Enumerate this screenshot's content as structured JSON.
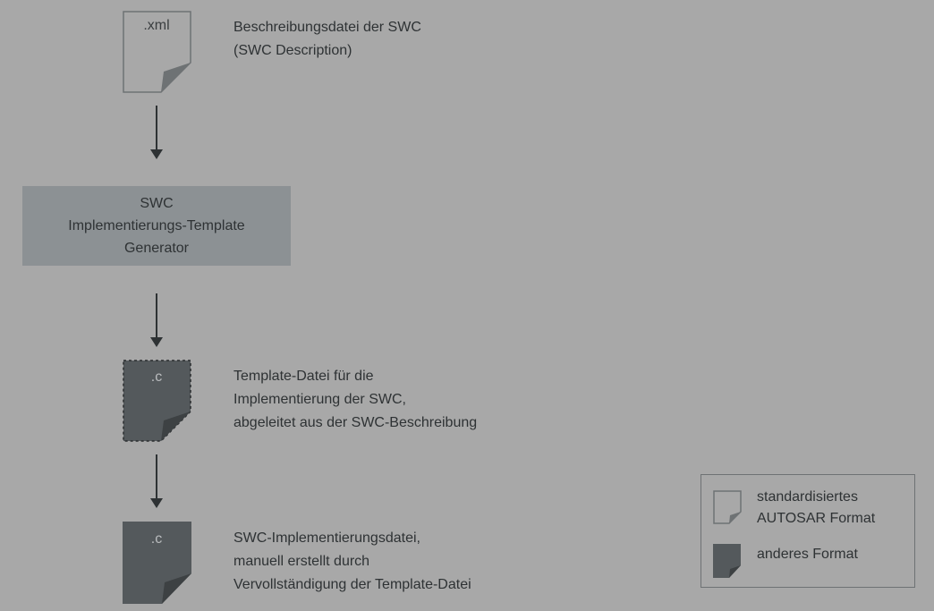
{
  "files": {
    "xml": {
      "ext": ".xml",
      "desc_lines": [
        "Beschreibungsdatei der SWC",
        "(SWC Description)"
      ]
    },
    "template_c": {
      "ext": ".c",
      "desc_lines": [
        "Template-Datei für die",
        "Implementierung der SWC,",
        "abgeleitet aus der SWC-Beschreibung"
      ]
    },
    "impl_c": {
      "ext": ".c",
      "desc_lines": [
        "SWC-Implementierungsdatei,",
        "manuell erstellt durch",
        "Vervollständigung der Template-Datei"
      ]
    }
  },
  "generator": {
    "lines": [
      "SWC",
      "Implementierungs-Template",
      "Generator"
    ]
  },
  "legend": {
    "items": [
      {
        "lines": [
          "standardisiertes",
          "AUTOSAR Format"
        ],
        "icon": "outline-document-icon"
      },
      {
        "lines": [
          "anderes Format"
        ],
        "icon": "filled-document-icon"
      }
    ]
  },
  "colors": {
    "background": "#a8a8a8",
    "generator_box": "#8c9194",
    "dark_file": "#54595c",
    "outline": "#6e7274",
    "text": "#2e3234"
  }
}
